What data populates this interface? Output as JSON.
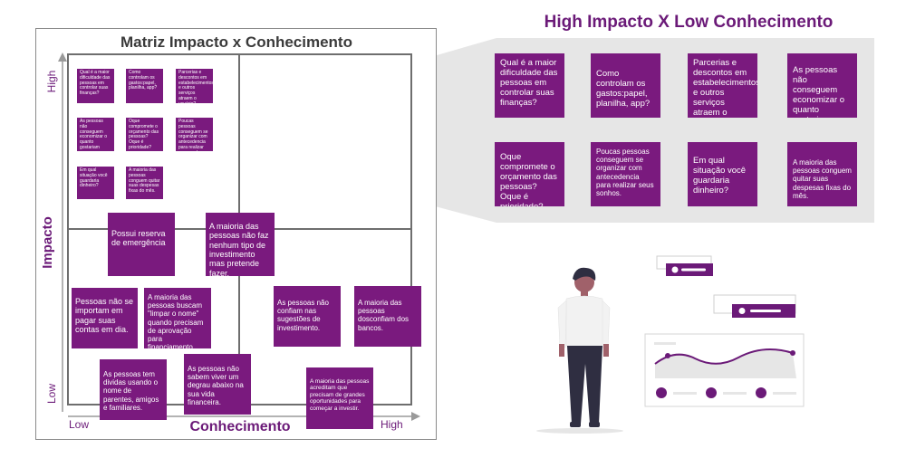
{
  "matrix": {
    "title": "Matriz Impacto x Conhecimento",
    "y_axis": {
      "label": "Impacto",
      "high": "High",
      "low": "Low"
    },
    "x_axis": {
      "label": "Conhecimento",
      "low": "Low",
      "high": "High"
    },
    "small_notes": [
      "Qual é a maior dificuldade das pessoas em controlar suas finanças?",
      "Como controlam os gastos:papel, planilha, app?",
      "Parcerias e descontos em estabelecimentos e outros serviços atraem o usuário?",
      "As pessoas não conseguem economizar o quanto gostariam",
      "Oque compromete o orçamento das pessoas? Oque é prioridade?",
      "Poucas pessoas conseguem se organizar com antecedencia para realizar seus sonhos.",
      "Em qual situação você guardaria dinheiro?",
      "A maioria das pessoas conguem quitar suas despesas fixas do mês."
    ],
    "notes": [
      "Possui reserva de emergência",
      "A maioria das pessoas não faz nenhum tipo de investimento mas pretende fazer.",
      "Pessoas não se importam em pagar suas contas em dia.",
      "A maioria das pessoas buscam \"limpar o nome\" quando precisam de aprovação para financiamento.",
      "As pessoas não confiam nas sugestões de investimento.",
      "A maioria das pessoas dosconfiam dos bancos.",
      "As pessoas tem dividas usando o nome de parentes, amigos e familiares.",
      "As pessoas não sabem viver um degrau abaixo na sua vida financeira.",
      "A maioria das pessoas acreditam que precisam de grandes oportunidades para começar a investir."
    ]
  },
  "zoom": {
    "title": "High Impacto X Low Conhecimento",
    "notes": [
      "Qual é a maior dificuldade das pessoas em controlar suas finanças?",
      "Como controlam os gastos:papel, planilha, app?",
      "Parcerias e descontos em estabelecimentos e outros serviços atraem o usuário?",
      "As pessoas não conseguem economizar o quanto gostariam",
      "Oque compromete o orçamento das pessoas? Oque é prioridade?",
      "Poucas pessoas conseguem se organizar com antecedencia para realizar seus sonhos.",
      "Em qual situação você guardaria dinheiro?",
      "A maioria das pessoas conguem quitar suas despesas fixas do mês."
    ]
  },
  "colors": {
    "note": "#7a1a7e",
    "accent": "#6b1a78",
    "callout": "#e6e6e6",
    "grid": "#6e6e6e"
  },
  "illustration": {
    "icon": "person-with-dashboard-illustration"
  }
}
